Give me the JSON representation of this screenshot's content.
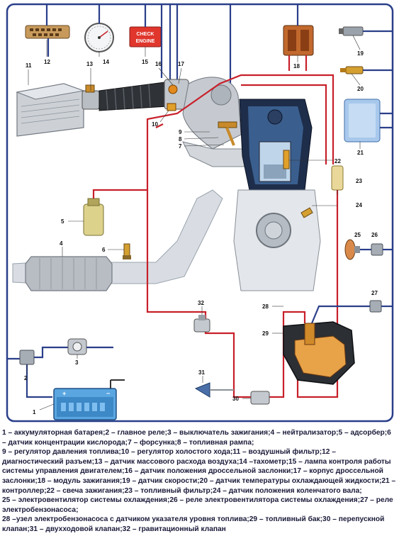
{
  "diagram": {
    "labels": {
      "n1": "1",
      "n2": "2",
      "n3": "3",
      "n4": "4",
      "n5": "5",
      "n6": "6",
      "n7": "7",
      "n8": "8",
      "n9": "9",
      "n10": "10",
      "n11": "11",
      "n12": "12",
      "n13": "13",
      "n14": "14",
      "n15": "15",
      "n16": "16",
      "n17": "17",
      "n18": "18",
      "n19": "19",
      "n20": "20",
      "n21": "21",
      "n22": "22",
      "n23": "23",
      "n24": "24",
      "n25": "25",
      "n26": "26",
      "n27": "27",
      "n28": "28",
      "n29": "29",
      "n30": "30",
      "n31": "31",
      "n32": "32"
    },
    "check_engine": [
      "CHECK",
      "ENGINE"
    ],
    "battery_signs": {
      "plus": "+",
      "minus": "−"
    },
    "colors": {
      "frame": "#2a3f8a",
      "wire_red": "#c8202a",
      "check_engine_bg": "#e0362c"
    }
  },
  "legend": [
    "1 – аккумуляторная батарея;2 – главное реле;3 – выключатель зажигания;4 – нейтрализатор;5 – адсорбер;6 – датчик концентрации кислорода;7 – форсунка;8 – топливная рампа;",
    "9 – регулятор давления топлива;10 – регулятор холостого хода;11 – воздушный фильтр;12 – диагностический разъем;13 – датчик массового расхода воздуха;14 –тахометр;15 – лампа контроля работы системы управления двигателем;16 – датчик положения дроссельной заслонки;17 – корпус дроссельной заслонки;18 – модуль зажигания;19 – датчик скорости;20 – датчик температуры охлаждающей жидкости;21 – контроллер;22 – свеча зажигания;23 – топливный фильтр;24 – датчик положения коленчатого вала;",
    "25 – электровентилятор системы охлаждения;26 – реле электровентилятора системы охлаждения;27 – реле электробензонасоса;",
    "28 –узел электробензонасоса с датчиком указателя уровня топлива;29 – топливный бак;30 – перепускной клапан;31 – двухходовой клапан;32 – гравитационный клапан"
  ]
}
